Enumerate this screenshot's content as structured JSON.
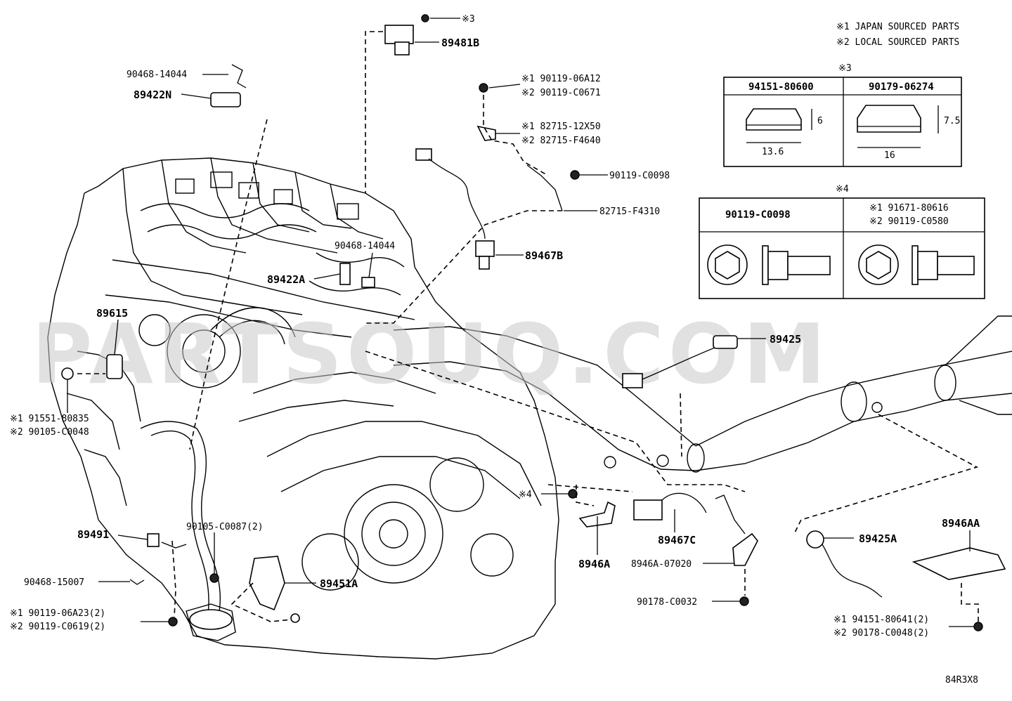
{
  "legend": {
    "line1": "※1 JAPAN SOURCED PARTS",
    "line2": "※2 LOCAL SOURCED PARTS"
  },
  "table3": {
    "mark": "※3",
    "col1_part": "94151-80600",
    "col2_part": "90179-06274",
    "col1_height": "6",
    "col1_width": "13.6",
    "col2_height": "7.5",
    "col2_width": "16"
  },
  "table4": {
    "mark": "※4",
    "col1_part": "90119-C0098",
    "col2_part_1": "※1 91671-80616",
    "col2_part_2": "※2 90119-C0580"
  },
  "watermark": "PARTSOUQ.COM",
  "diagram_code": "84R3X8",
  "labels": {
    "l_3_top": "※3",
    "l_89481B": "89481B",
    "l_90468_14044_a": "90468-14044",
    "l_89422N": "89422N",
    "l_j1_90119_06A12": "※1 90119-06A12",
    "l_j2_90119_C0671": "※2 90119-C0671",
    "l_j1_82715_12X50": "※1 82715-12X50",
    "l_j2_82715_F4640": "※2 82715-F4640",
    "l_90119_C0098": "90119-C0098",
    "l_82715_F4310": "82715-F4310",
    "l_90468_14044_b": "90468-14044",
    "l_89467B": "89467B",
    "l_89422A": "89422A",
    "l_89615": "89615",
    "l_89425": "89425",
    "l_j1_91551_80835": "※1 91551-80835",
    "l_j2_90105_C0048": "※2 90105-C0048",
    "l_4_mid": "※4",
    "l_89491": "89491",
    "l_90105_C0087": "90105-C0087(2)",
    "l_8946A": "8946A",
    "l_89467C": "89467C",
    "l_8946A_07020": "8946A-07020",
    "l_89425A": "89425A",
    "l_8946AA": "8946AA",
    "l_90468_15007": "90468-15007",
    "l_89451A": "89451A",
    "l_90178_C0032": "90178-C0032",
    "l_j1_90119_06A23": "※1 90119-06A23(2)",
    "l_j2_90119_C0619": "※2 90119-C0619(2)",
    "l_j1_94151_80641": "※1 94151-80641(2)",
    "l_j2_90178_C0048": "※2 90178-C0048(2)"
  }
}
